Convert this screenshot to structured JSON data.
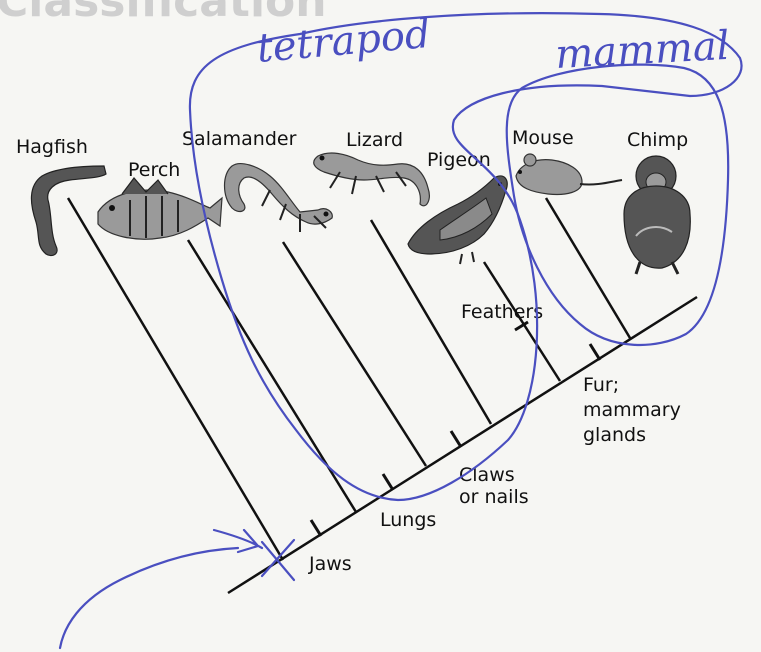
{
  "page": {
    "header_title": "Classification"
  },
  "taxa": [
    {
      "key": "hagfish",
      "label": "Hagfish"
    },
    {
      "key": "perch",
      "label": "Perch"
    },
    {
      "key": "salamander",
      "label": "Salamander"
    },
    {
      "key": "lizard",
      "label": "Lizard"
    },
    {
      "key": "pigeon",
      "label": "Pigeon"
    },
    {
      "key": "mouse",
      "label": "Mouse"
    },
    {
      "key": "chimp",
      "label": "Chimp"
    }
  ],
  "traits": [
    {
      "key": "jaws",
      "label": "Jaws"
    },
    {
      "key": "lungs",
      "label": "Lungs"
    },
    {
      "key": "claws",
      "label_line1": "Claws",
      "label_line2": "or nails"
    },
    {
      "key": "feathers",
      "label": "Feathers"
    },
    {
      "key": "fur",
      "label_line1": "Fur;",
      "label_line2": "mammary",
      "label_line3": "glands"
    }
  ],
  "annotations": {
    "tetrapod": "tetrapod",
    "mammal": "mammal"
  },
  "colors": {
    "ink": "#4a4fc0",
    "tree": "#111111",
    "header": "#cfcfcf"
  }
}
